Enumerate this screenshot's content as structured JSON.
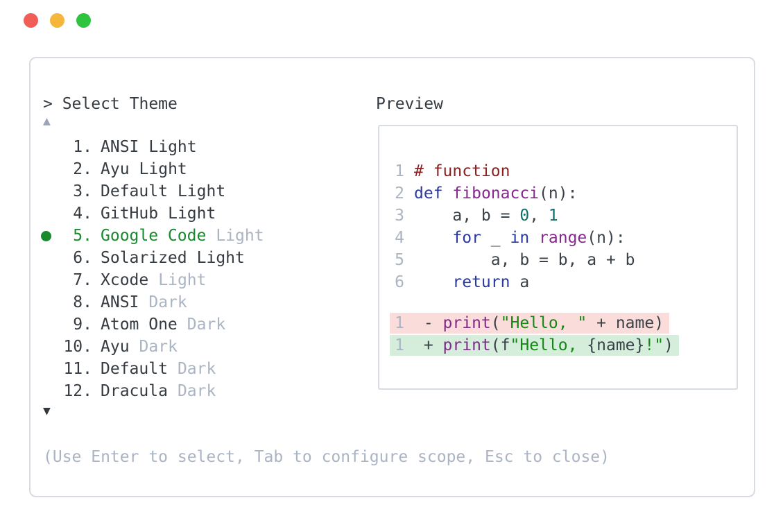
{
  "colors": {
    "accent_green": "#178a2e",
    "traffic_red": "#f15e57",
    "traffic_yellow": "#f5b63c",
    "traffic_green": "#2ec440",
    "text_dark": "#353b42",
    "text_muted": "#aab4c3",
    "border": "#d7dbe2",
    "diff_removed_bg": "#fadcda",
    "diff_added_bg": "#d5eddb",
    "tok_comment": "#8b2121",
    "tok_keyword": "#2b3a9e",
    "tok_function": "#832a8c",
    "tok_literal": "#0b7069",
    "tok_string": "#148714",
    "lineno": "#aab4c3",
    "tok_plain": "#3a4149",
    "scroll_up": "#9aa6b8",
    "scroll_down": "#33383f"
  },
  "window": {
    "controls": [
      {
        "name": "close",
        "color_key": "traffic_red"
      },
      {
        "name": "minimize",
        "color_key": "traffic_yellow"
      },
      {
        "name": "zoom",
        "color_key": "traffic_green"
      }
    ]
  },
  "selector": {
    "prompt": "> Select Theme",
    "scroll_up_glyph": "▲",
    "scroll_down_glyph": "▼",
    "items": [
      {
        "number": "1.",
        "name": "ANSI",
        "variant": "Light",
        "variant_muted": false,
        "selected": false
      },
      {
        "number": "2.",
        "name": "Ayu",
        "variant": "Light",
        "variant_muted": false,
        "selected": false
      },
      {
        "number": "3.",
        "name": "Default",
        "variant": "Light",
        "variant_muted": false,
        "selected": false
      },
      {
        "number": "4.",
        "name": "GitHub",
        "variant": "Light",
        "variant_muted": false,
        "selected": false
      },
      {
        "number": "5.",
        "name": "Google Code",
        "variant": "Light",
        "variant_muted": true,
        "selected": true
      },
      {
        "number": "6.",
        "name": "Solarized",
        "variant": "Light",
        "variant_muted": false,
        "selected": false
      },
      {
        "number": "7.",
        "name": "Xcode",
        "variant": "Light",
        "variant_muted": true,
        "selected": false
      },
      {
        "number": "8.",
        "name": "ANSI",
        "variant": "Dark",
        "variant_muted": true,
        "selected": false
      },
      {
        "number": "9.",
        "name": "Atom One",
        "variant": "Dark",
        "variant_muted": true,
        "selected": false
      },
      {
        "number": "10.",
        "name": "Ayu",
        "variant": "Dark",
        "variant_muted": true,
        "selected": false
      },
      {
        "number": "11.",
        "name": "Default",
        "variant": "Dark",
        "variant_muted": true,
        "selected": false
      },
      {
        "number": "12.",
        "name": "Dracula",
        "variant": "Dark",
        "variant_muted": true,
        "selected": false
      }
    ],
    "help": "(Use Enter to select, Tab to configure scope, Esc to close)"
  },
  "preview": {
    "label": "Preview",
    "code_lines": [
      {
        "number": "1",
        "tokens": [
          [
            "com",
            "# function"
          ]
        ]
      },
      {
        "number": "2",
        "tokens": [
          [
            "kwd",
            "def"
          ],
          [
            "pln",
            " "
          ],
          [
            "fn",
            "fibonacci"
          ],
          [
            "pln",
            "(n):"
          ]
        ]
      },
      {
        "number": "3",
        "tokens": [
          [
            "pln",
            "    a, b = "
          ],
          [
            "lit",
            "0"
          ],
          [
            "pln",
            ", "
          ],
          [
            "lit",
            "1"
          ]
        ]
      },
      {
        "number": "4",
        "tokens": [
          [
            "pln",
            "    "
          ],
          [
            "kwd",
            "for"
          ],
          [
            "pln",
            " _ "
          ],
          [
            "kwd",
            "in"
          ],
          [
            "pln",
            " "
          ],
          [
            "fn",
            "range"
          ],
          [
            "pln",
            "(n):"
          ]
        ]
      },
      {
        "number": "5",
        "tokens": [
          [
            "pln",
            "        a, b = b, a + b"
          ]
        ]
      },
      {
        "number": "6",
        "tokens": [
          [
            "pln",
            "    "
          ],
          [
            "kwd",
            "return"
          ],
          [
            "pln",
            " a"
          ]
        ]
      }
    ],
    "diff_lines": [
      {
        "number": "1",
        "kind": "removed",
        "tokens": [
          [
            "pln",
            " - "
          ],
          [
            "fn",
            "print"
          ],
          [
            "pln",
            "("
          ],
          [
            "str",
            "\"Hello, \""
          ],
          [
            "pln",
            " + name)"
          ]
        ]
      },
      {
        "number": "1",
        "kind": "added",
        "tokens": [
          [
            "pln",
            " + "
          ],
          [
            "fn",
            "print"
          ],
          [
            "pln",
            "(f"
          ],
          [
            "str",
            "\"Hello, "
          ],
          [
            "pln",
            "{name}"
          ],
          [
            "str",
            "!\""
          ],
          [
            "pln",
            ")"
          ]
        ]
      }
    ]
  }
}
